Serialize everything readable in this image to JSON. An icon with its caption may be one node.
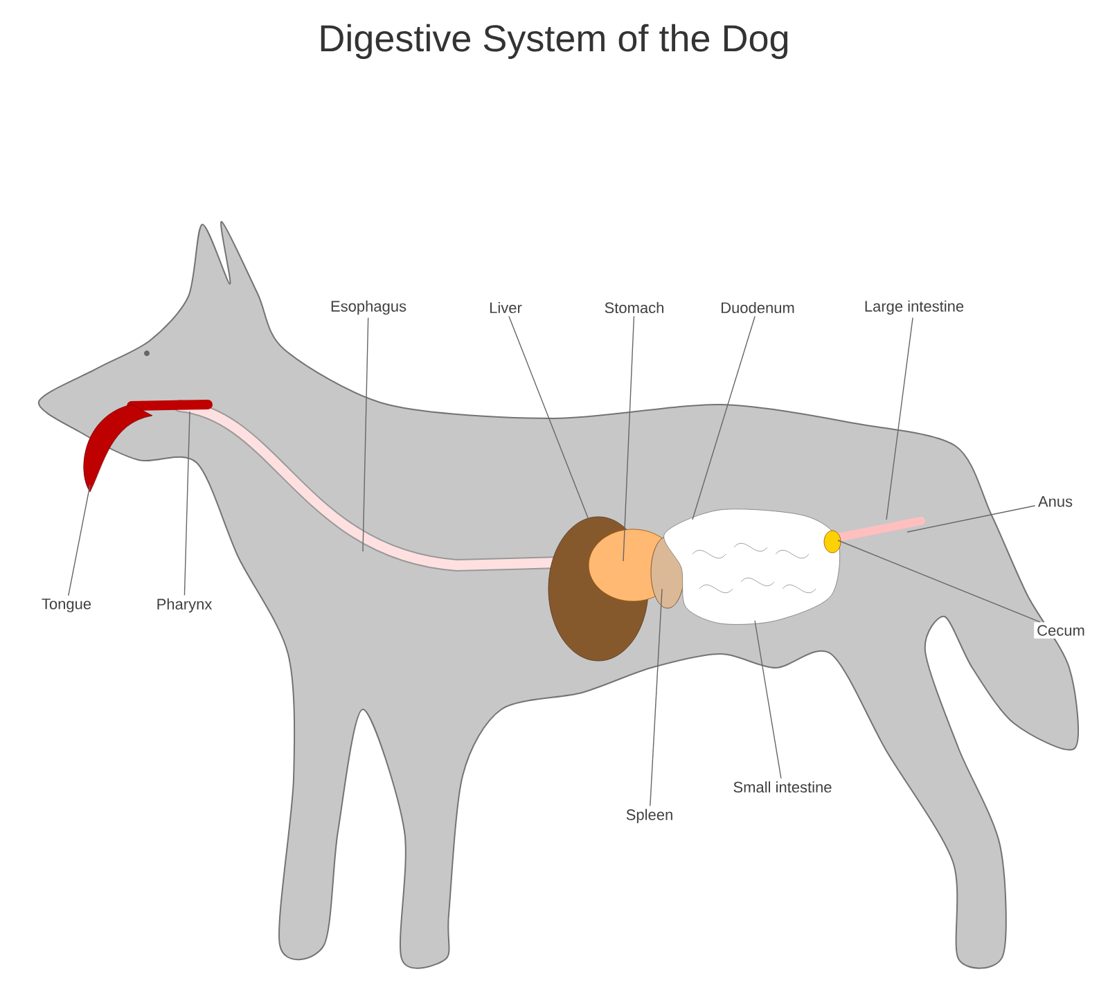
{
  "diagram": {
    "title": "Digestive System of the Dog",
    "nodes": [
      {
        "text": [
          "Esophagus"
        ]
      },
      {
        "text": [
          "Liver"
        ]
      },
      {
        "text": [
          "Stomach"
        ]
      },
      {
        "text": [
          "Duodenum"
        ]
      },
      {
        "text": [
          "Large intestine"
        ]
      },
      {
        "text": [
          "Anus"
        ]
      },
      {
        "text": [
          "Cecum"
        ]
      },
      {
        "text": [
          "Small intestine"
        ]
      },
      {
        "text": [
          "Spleen"
        ]
      },
      {
        "text": [
          "Tongue"
        ]
      },
      {
        "text": [
          "Pharynx"
        ]
      }
    ],
    "edges": [
      {
        "from": 0,
        "to": null,
        "arrow": "none"
      },
      {
        "from": 1,
        "to": null,
        "arrow": "none"
      },
      {
        "from": 2,
        "to": null,
        "arrow": "none"
      },
      {
        "from": 3,
        "to": null,
        "arrow": "none"
      },
      {
        "from": 4,
        "to": null,
        "arrow": "none"
      },
      {
        "from": 5,
        "to": null,
        "arrow": "none"
      },
      {
        "from": 6,
        "to": null,
        "arrow": "none"
      },
      {
        "from": 7,
        "to": null,
        "arrow": "none"
      },
      {
        "from": 8,
        "to": null,
        "arrow": "none"
      },
      {
        "from": 9,
        "to": null,
        "arrow": "none"
      },
      {
        "from": 10,
        "to": null,
        "arrow": "none"
      }
    ]
  }
}
